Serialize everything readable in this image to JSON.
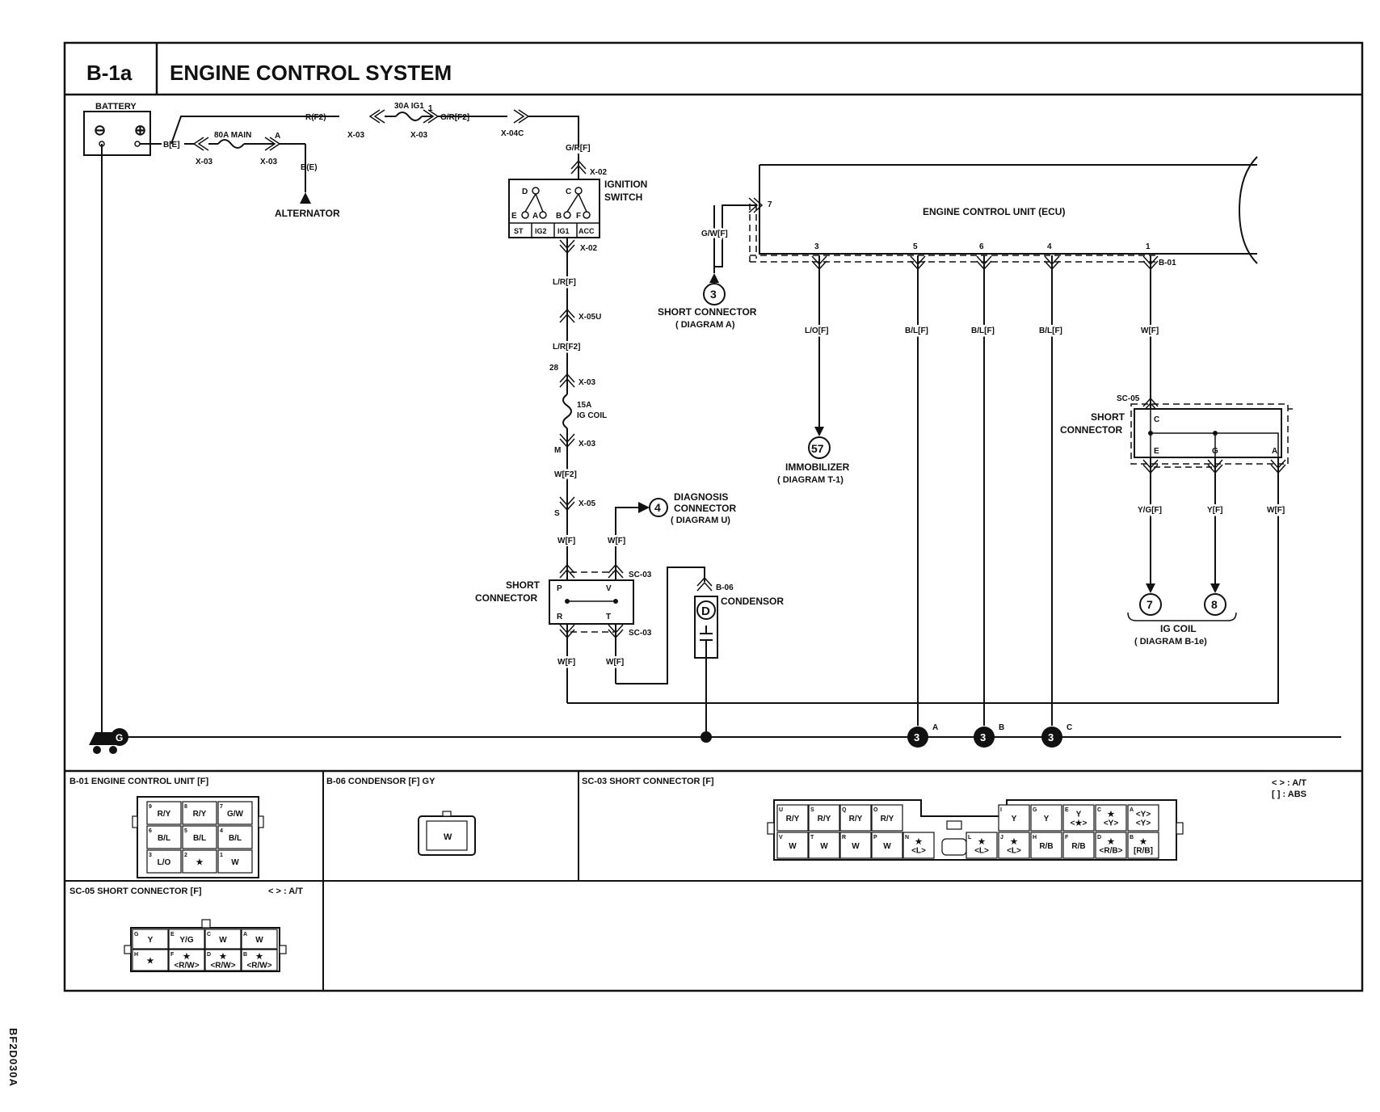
{
  "header": {
    "code": "B-1a",
    "title": "ENGINE CONTROL SYSTEM"
  },
  "image_code": "BF2D030A",
  "battery": {
    "label": "BATTERY",
    "neg": "⊖",
    "pos": "⊕"
  },
  "fuses": {
    "main": "80A MAIN",
    "ig1": "30A IG1",
    "ig_coil_amp": "15A",
    "ig_coil_name": "IG COIL"
  },
  "wires": {
    "b_e_1": "B[E]",
    "b_e_2": "B(E)",
    "r_f2": "R(F2)",
    "gr_f2": "G/R[F2]",
    "gr_f": "G/R[F]",
    "lr_f": "L/R[F]",
    "lr_f2": "L/R[F2]",
    "w_f2": "W[F2]",
    "w_f_1": "W[F]",
    "w_f_2": "W[F]",
    "w_f_3": "W[F]",
    "w_f_4": "W[F]",
    "gw_f": "G/W[F]",
    "lo_f": "L/O[F]",
    "bl_f_1": "B/L[F]",
    "bl_f_2": "B/L[F]",
    "bl_f_3": "B/L[F]",
    "w_f_ecu": "W[F]",
    "yg_f": "Y/G[F]",
    "y_f": "Y[F]",
    "w_f_a": "W[F]"
  },
  "connectors": {
    "x03_1": "X-03",
    "x03_2": "X-03",
    "x03_3": "X-03",
    "x03_4": "X-03",
    "x04c": "X-04C",
    "x02_1": "X-02",
    "x02_2": "X-02",
    "x05u": "X-05U",
    "x03_5": "X-03",
    "x03_6": "X-03",
    "x05": "X-05",
    "sc03_1": "SC-03",
    "sc03_2": "SC-03",
    "b06": "B-06",
    "b01": "B-01",
    "sc05": "SC-05"
  },
  "pins": {
    "a": "A",
    "one": "1",
    "p28": "28",
    "m": "M",
    "s": "S",
    "p": "P",
    "v": "V",
    "r": "R",
    "t": "T",
    "ecu3": "3",
    "ecu5": "5",
    "ecu6": "6",
    "ecu4": "4",
    "ecu1": "1",
    "ecu7": "7",
    "sc_c": "C",
    "sc_e": "E",
    "sc_g": "G",
    "sc_a": "A"
  },
  "ignition_switch": {
    "label1": "IGNITION",
    "label2": "SWITCH",
    "terminals": [
      "D",
      "C",
      "E",
      "A",
      "B",
      "F"
    ],
    "positions": [
      "ST",
      "IG2",
      "IG1",
      "ACC"
    ]
  },
  "labels": {
    "alternator": "ALTERNATOR",
    "ecu": "ENGINE CONTROL UNIT (ECU)",
    "short_conn_a1": "SHORT CONNECTOR",
    "short_conn_a2": "( DIAGRAM A)",
    "immob1": "IMMOBILIZER",
    "immob2": "( DIAGRAM T-1)",
    "diag1": "DIAGNOSIS",
    "diag2": "CONNECTOR",
    "diag3": "( DIAGRAM U)",
    "short1": "SHORT",
    "conn1": "CONNECTOR",
    "short2": "SHORT",
    "conn2": "CONNECTOR",
    "condensor": "CONDENSOR",
    "condensor_sym": "D",
    "igcoil1": "IG COIL",
    "igcoil2": "( DIAGRAM B-1e)",
    "ground": "G"
  },
  "refs": {
    "r3": "3",
    "r57": "57",
    "r4": "4",
    "r7": "7",
    "r8": "8"
  },
  "ground_nodes": [
    {
      "num": "3",
      "tag": "A"
    },
    {
      "num": "3",
      "tag": "B"
    },
    {
      "num": "3",
      "tag": "C"
    }
  ],
  "panels": {
    "ecu": {
      "title": "B-01 ENGINE CONTROL UNIT [F]",
      "cells": [
        [
          "R/Y",
          "R/Y",
          "G/W"
        ],
        [
          "B/L",
          "B/L",
          "B/L"
        ],
        [
          "L/O",
          "★",
          "W"
        ]
      ],
      "pins": [
        [
          "9",
          "8",
          "7"
        ],
        [
          "6",
          "5",
          "4"
        ],
        [
          "3",
          "2",
          "1"
        ]
      ]
    },
    "condensor": {
      "title": "B-06 CONDENSOR [F] GY",
      "cell": "W"
    },
    "sc03": {
      "title": "SC-03 SHORT CONNECTOR [F]",
      "legend1": "< > : A/T",
      "legend2": "[ ] : ABS",
      "top": [
        "R/Y",
        "R/Y",
        "R/Y",
        "R/Y",
        "",
        "",
        "",
        "Y",
        "Y",
        "Y <★>",
        "★ <Y>",
        "<Y> <Y>"
      ],
      "top_pins": [
        "U",
        "S",
        "Q",
        "O",
        "",
        "",
        "",
        "I",
        "G",
        "E",
        "C",
        "A"
      ],
      "bottom": [
        "W",
        "W",
        "W",
        "W",
        "★ <L>",
        "",
        "★ <L>",
        "★ <L>",
        "R/B",
        "R/B",
        "★ <R/B>",
        "★ [R/B]"
      ],
      "bottom_pins": [
        "V",
        "T",
        "R",
        "P",
        "N",
        "",
        "L",
        "J",
        "H",
        "F",
        "D",
        "B"
      ]
    },
    "sc05": {
      "title": "SC-05 SHORT CONNECTOR [F]",
      "legend": "< > : A/T",
      "top": [
        "Y",
        "Y/G",
        "W",
        "W"
      ],
      "top_pins": [
        "G",
        "E",
        "C",
        "A"
      ],
      "bottom": [
        "★",
        "★ <R/W>",
        "★ <R/W>",
        "★ <R/W>"
      ],
      "bottom_pins": [
        "H",
        "F",
        "D",
        "B"
      ]
    }
  }
}
